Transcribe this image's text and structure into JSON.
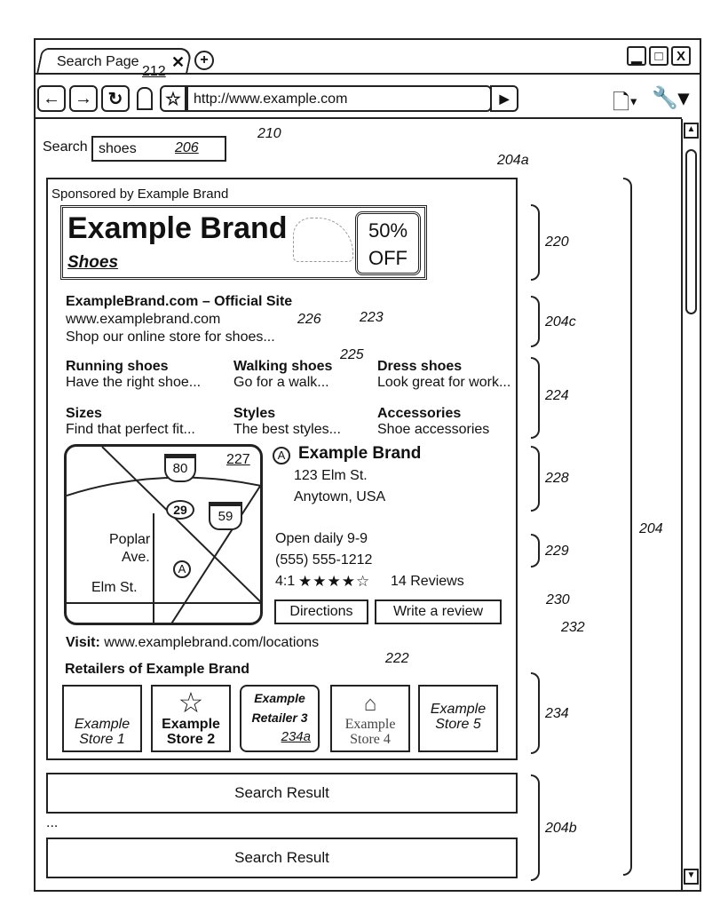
{
  "browser": {
    "tab_title": "Search Page",
    "tab_ref": "212",
    "url": "http://www.example.com"
  },
  "search": {
    "label": "Search",
    "value": "shoes",
    "field_ref": "206",
    "ref": "210"
  },
  "ad": {
    "ref": "204a",
    "sponsored": "Sponsored by Example Brand",
    "banner": {
      "brand": "Example Brand",
      "category": "Shoes",
      "discount_line1": "50%",
      "discount_line2": "OFF",
      "ref": "220"
    },
    "listing": {
      "title": "ExampleBrand.com – Official Site",
      "display_url": "www.examplebrand.com",
      "description": "Shop our online store for shoes...",
      "ref": "204c",
      "title_ref": "223",
      "url_ref": "226",
      "desc_ref": "225"
    },
    "sitelinks": {
      "ref": "224",
      "items": [
        {
          "title": "Running shoes",
          "desc": "Have the right shoe..."
        },
        {
          "title": "Walking shoes",
          "desc": "Go for a walk..."
        },
        {
          "title": "Dress shoes",
          "desc": "Look great for work..."
        },
        {
          "title": "Sizes",
          "desc": "Find that perfect fit..."
        },
        {
          "title": "Styles",
          "desc": "The best styles..."
        },
        {
          "title": "Accessories",
          "desc": "Shoe accessories"
        }
      ]
    },
    "map": {
      "ref": "227",
      "labels": {
        "poplar": "Poplar",
        "ave": "Ave.",
        "elm": "Elm St.",
        "marker": "A"
      },
      "shields": [
        "80",
        "29",
        "59"
      ]
    },
    "location": {
      "marker": "A",
      "name": "Example Brand",
      "address1": "123 Elm St.",
      "address2": "Anytown, USA",
      "ref": "228"
    },
    "info": {
      "hours": "Open daily 9-9",
      "phone": "(555) 555-1212",
      "rating_label": "4:1",
      "stars": "★★★★☆",
      "rating": 4,
      "reviews": "14 Reviews",
      "ref": "229",
      "reviews_ref": "230"
    },
    "buttons": {
      "directions": "Directions",
      "write_review": "Write a review",
      "ref": "232"
    },
    "visit": {
      "label": "Visit:",
      "url": "www.examplebrand.com/locations",
      "ref": "222"
    },
    "retailers": {
      "heading": "Retailers of Example Brand",
      "ref": "234",
      "items": [
        {
          "line1": "Example",
          "line2": "Store 1"
        },
        {
          "line1": "Example",
          "line2": "Store 2"
        },
        {
          "line1": "Example",
          "line2": "Retailer 3",
          "sub": "234a"
        },
        {
          "line1": "Example",
          "line2": "Store 4"
        },
        {
          "line1": "Example",
          "line2": "Store 5"
        }
      ]
    }
  },
  "results": {
    "ref": "204b",
    "items": [
      "Search Result",
      "Search Result"
    ],
    "ellipsis": "..."
  },
  "page_ref": "204"
}
